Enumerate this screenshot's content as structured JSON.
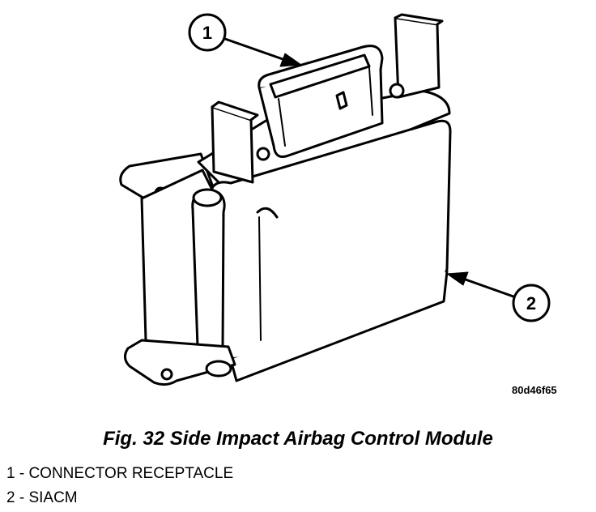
{
  "callouts": [
    {
      "number": "1"
    },
    {
      "number": "2"
    }
  ],
  "reference_code": "80d46f65",
  "caption": "Fig. 32 Side Impact Airbag Control Module",
  "legend": [
    {
      "text": "1 - CONNECTOR RECEPTACLE"
    },
    {
      "text": "2 - SIACM"
    }
  ],
  "colors": {
    "line": "#000000",
    "fill": "#ffffff"
  }
}
